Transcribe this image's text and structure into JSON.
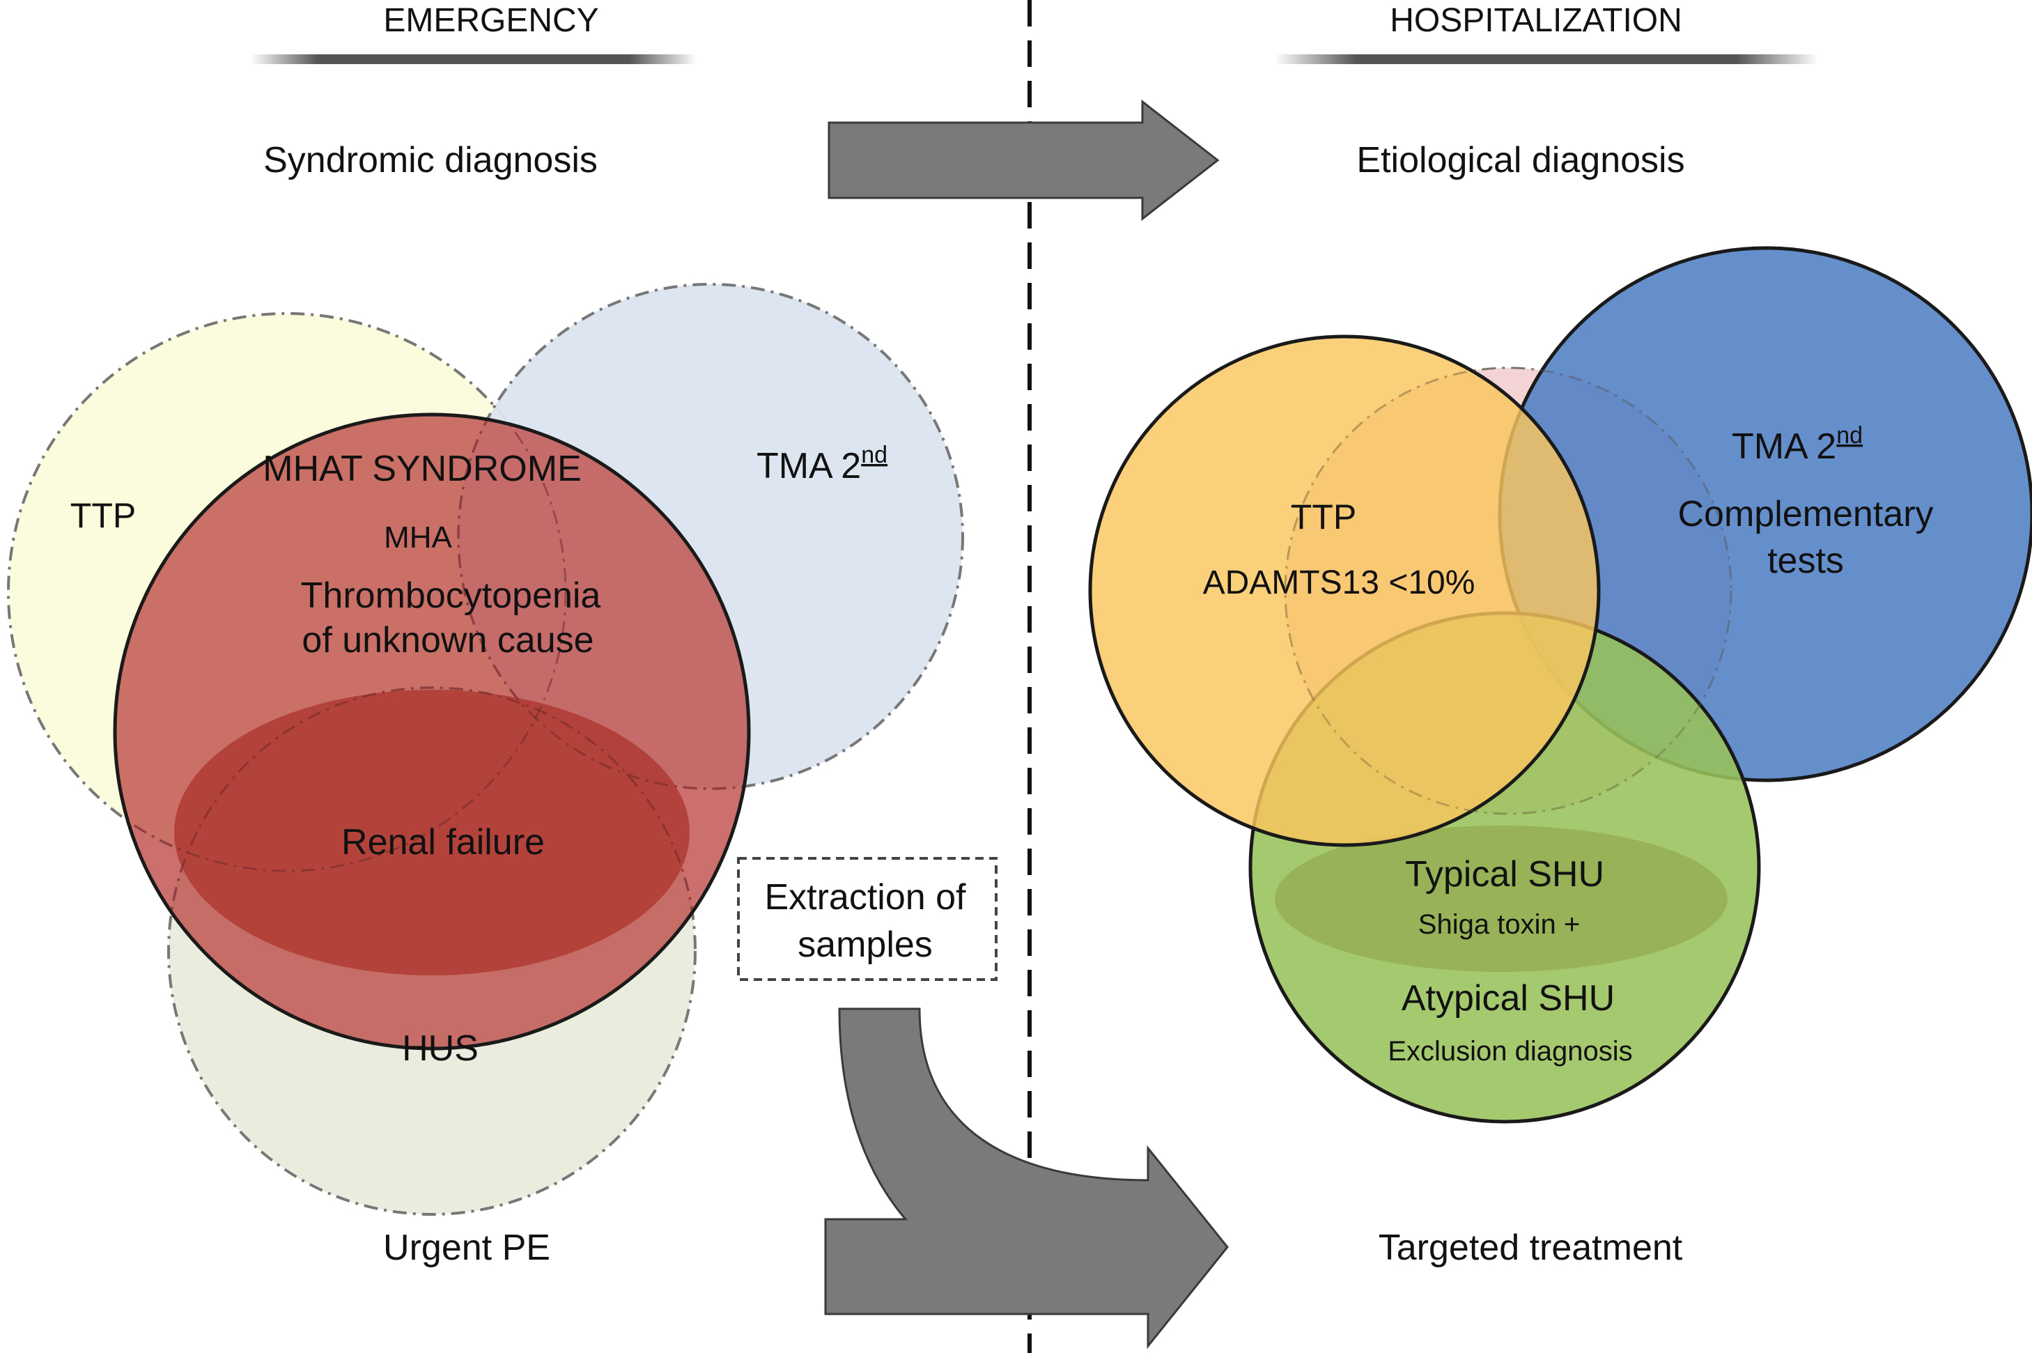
{
  "header": {
    "left_title": "EMERGENCY",
    "right_title": "HOSPITALIZATION"
  },
  "rows": {
    "top_left": "Syndromic diagnosis",
    "top_right": "Etiological diagnosis",
    "bottom_left": "Urgent PE",
    "bottom_right": "Targeted treatment"
  },
  "emergency": {
    "ttp": "TTP",
    "tma_base": "TMA 2",
    "tma_sup": "nd",
    "mhat_syndrome": "MHAT SYNDROME",
    "mha": "MHA",
    "thrombocytopenia_line1": "Thrombocytopenia",
    "thrombocytopenia_line2": "of unknown cause",
    "renal_failure": "Renal failure",
    "hus": "HUS"
  },
  "extraction": {
    "line1": "Extraction of",
    "line2": "samples"
  },
  "hospitalization": {
    "ttp": "TTP",
    "adamts13": "ADAMTS13 <10%",
    "tma_base": "TMA 2",
    "tma_sup": "nd",
    "complementary_line1": "Complementary",
    "complementary_line2": "tests",
    "typical_shu": "Typical SHU",
    "shiga_toxin": "Shiga toxin +",
    "atypical_shu": "Atypical SHU",
    "exclusion_diagnosis": "Exclusion diagnosis"
  },
  "colors": {
    "ttp_circle": "#fbfbd9",
    "tma_circle": "#dbe4f0",
    "hus_circle": "#e9ecdc",
    "mhat_circle": "#c0504d",
    "renal_zone": "#b03d36",
    "ttp_orange": "#f9c65e",
    "tma_blue": "#4f7fc4",
    "shu_green": "#98c25a",
    "pink_back": "#f0c8c8",
    "arrow_gray": "#7a7a7a"
  }
}
